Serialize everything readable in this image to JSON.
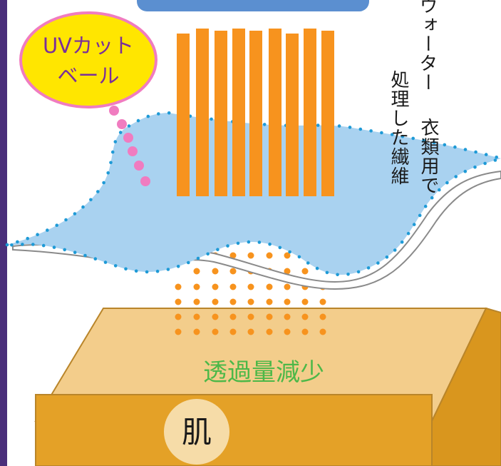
{
  "labels": {
    "uv_cut_veil_line1": "UVカット",
    "uv_cut_veil_line2": "ベール",
    "caption_col1": "ウォーター",
    "caption_col2_top": "処理した繊維",
    "caption_col2_right": "衣類用で",
    "transmission_reduction": "透過量減少",
    "skin": "肌"
  },
  "colors": {
    "frame": "#4a2f7a",
    "uv_source": "#5b8fd0",
    "uv_rays": "#f7931e",
    "fabric_fill": "#a9d2f0",
    "fabric_dots": "#1e9ad6",
    "veil_bubble_fill": "#ffe600",
    "veil_bubble_border": "#f07cc0",
    "veil_text": "#7a2f9a",
    "veil_trail": "#f07cc0",
    "skin_top": "#f3cd8b",
    "skin_front": "#e4a127",
    "reduction_text": "#4cb848",
    "skin_label_bg": "#f6dca8"
  }
}
